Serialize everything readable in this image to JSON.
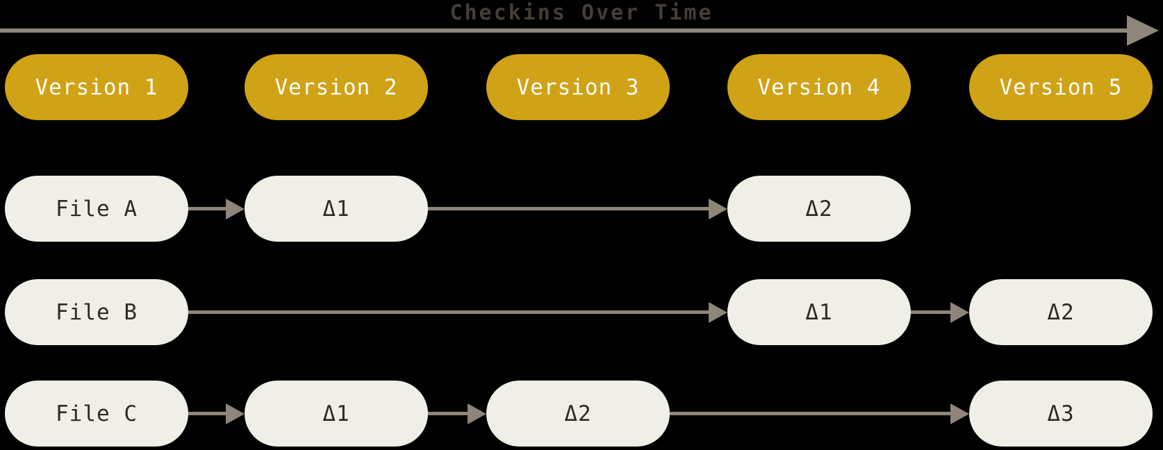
{
  "title": "Checkins Over Time",
  "colors": {
    "background": "#000000",
    "version_pill": "#D0A215",
    "version_text": "#FFFFFF",
    "file_pill": "#F0EFE7",
    "file_text": "#2D2B26",
    "arrow": "#8E857B",
    "title_text": "#453E37"
  },
  "versions": [
    {
      "label": "Version 1",
      "col": 0
    },
    {
      "label": "Version 2",
      "col": 1
    },
    {
      "label": "Version 3",
      "col": 2
    },
    {
      "label": "Version 4",
      "col": 3
    },
    {
      "label": "Version 5",
      "col": 4
    }
  ],
  "rows": [
    {
      "name": "file-a",
      "cells": [
        {
          "col": 0,
          "text": "File A",
          "kind": "file"
        },
        {
          "col": 1,
          "text": "Δ1",
          "kind": "delta"
        },
        {
          "col": 3,
          "text": "Δ2",
          "kind": "delta"
        }
      ],
      "arrows": [
        {
          "from": 0,
          "to": 1
        },
        {
          "from": 1,
          "to": 3
        }
      ]
    },
    {
      "name": "file-b",
      "cells": [
        {
          "col": 0,
          "text": "File B",
          "kind": "file"
        },
        {
          "col": 3,
          "text": "Δ1",
          "kind": "delta"
        },
        {
          "col": 4,
          "text": "Δ2",
          "kind": "delta"
        }
      ],
      "arrows": [
        {
          "from": 0,
          "to": 3
        },
        {
          "from": 3,
          "to": 4
        }
      ]
    },
    {
      "name": "file-c",
      "cells": [
        {
          "col": 0,
          "text": "File C",
          "kind": "file"
        },
        {
          "col": 1,
          "text": "Δ1",
          "kind": "delta"
        },
        {
          "col": 2,
          "text": "Δ2",
          "kind": "delta"
        },
        {
          "col": 4,
          "text": "Δ3",
          "kind": "delta"
        }
      ],
      "arrows": [
        {
          "from": 0,
          "to": 1
        },
        {
          "from": 1,
          "to": 2
        },
        {
          "from": 2,
          "to": 4
        }
      ]
    }
  ]
}
